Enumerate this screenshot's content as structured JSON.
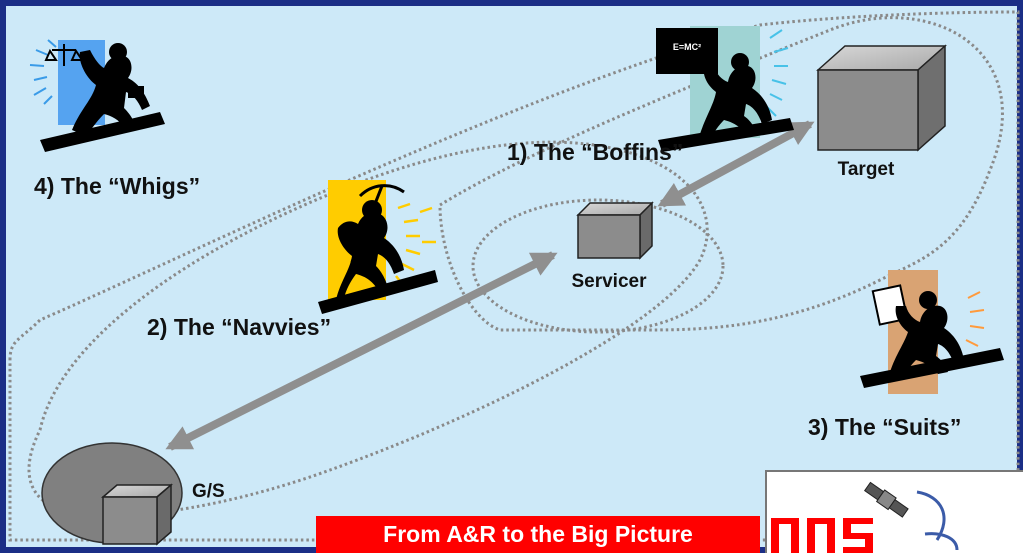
{
  "diagram": {
    "groups": [
      {
        "id": "boffins",
        "label": "1) The “Boffins”",
        "icon": "scientist-icon"
      },
      {
        "id": "navvies",
        "label": "2) The “Navvies”",
        "icon": "miner-icon"
      },
      {
        "id": "suits",
        "label": "3) The “Suits”",
        "icon": "businessman-icon"
      },
      {
        "id": "whigs",
        "label": "4) The “Whigs”",
        "icon": "scales-of-justice-icon"
      }
    ],
    "nodes": {
      "target": "Target",
      "servicer": "Servicer",
      "ground_station": "G/S"
    },
    "equation_sign": "E=MC²"
  },
  "banner": {
    "text": "From A&R to the Big Picture",
    "logo_text": "OOS"
  },
  "colors": {
    "background": "#cde9f8",
    "frame": "#1b2e86",
    "arrow": "#8f8f8f",
    "banner": "#ff0000",
    "logo": "#ff0000"
  }
}
